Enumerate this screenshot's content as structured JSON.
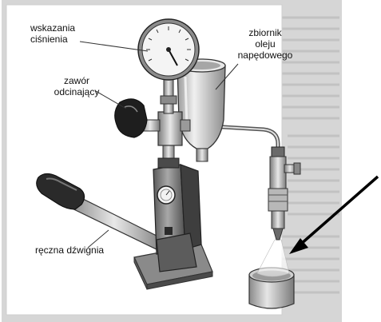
{
  "labels": {
    "gauge": "wskazania\nciśnienia",
    "tank": "zbiornik\noleju\nnapędowego",
    "valve": "zawór\nodcinający",
    "lever": "ręczna dźwignia"
  },
  "colors": {
    "paper": "#d6d6d6",
    "metal_light": "#e4e4e4",
    "metal_mid": "#b4b4b4",
    "metal_dark": "#6e6e6e",
    "black": "#1a1a1a",
    "arrow": "#000000",
    "line": "#333333"
  }
}
